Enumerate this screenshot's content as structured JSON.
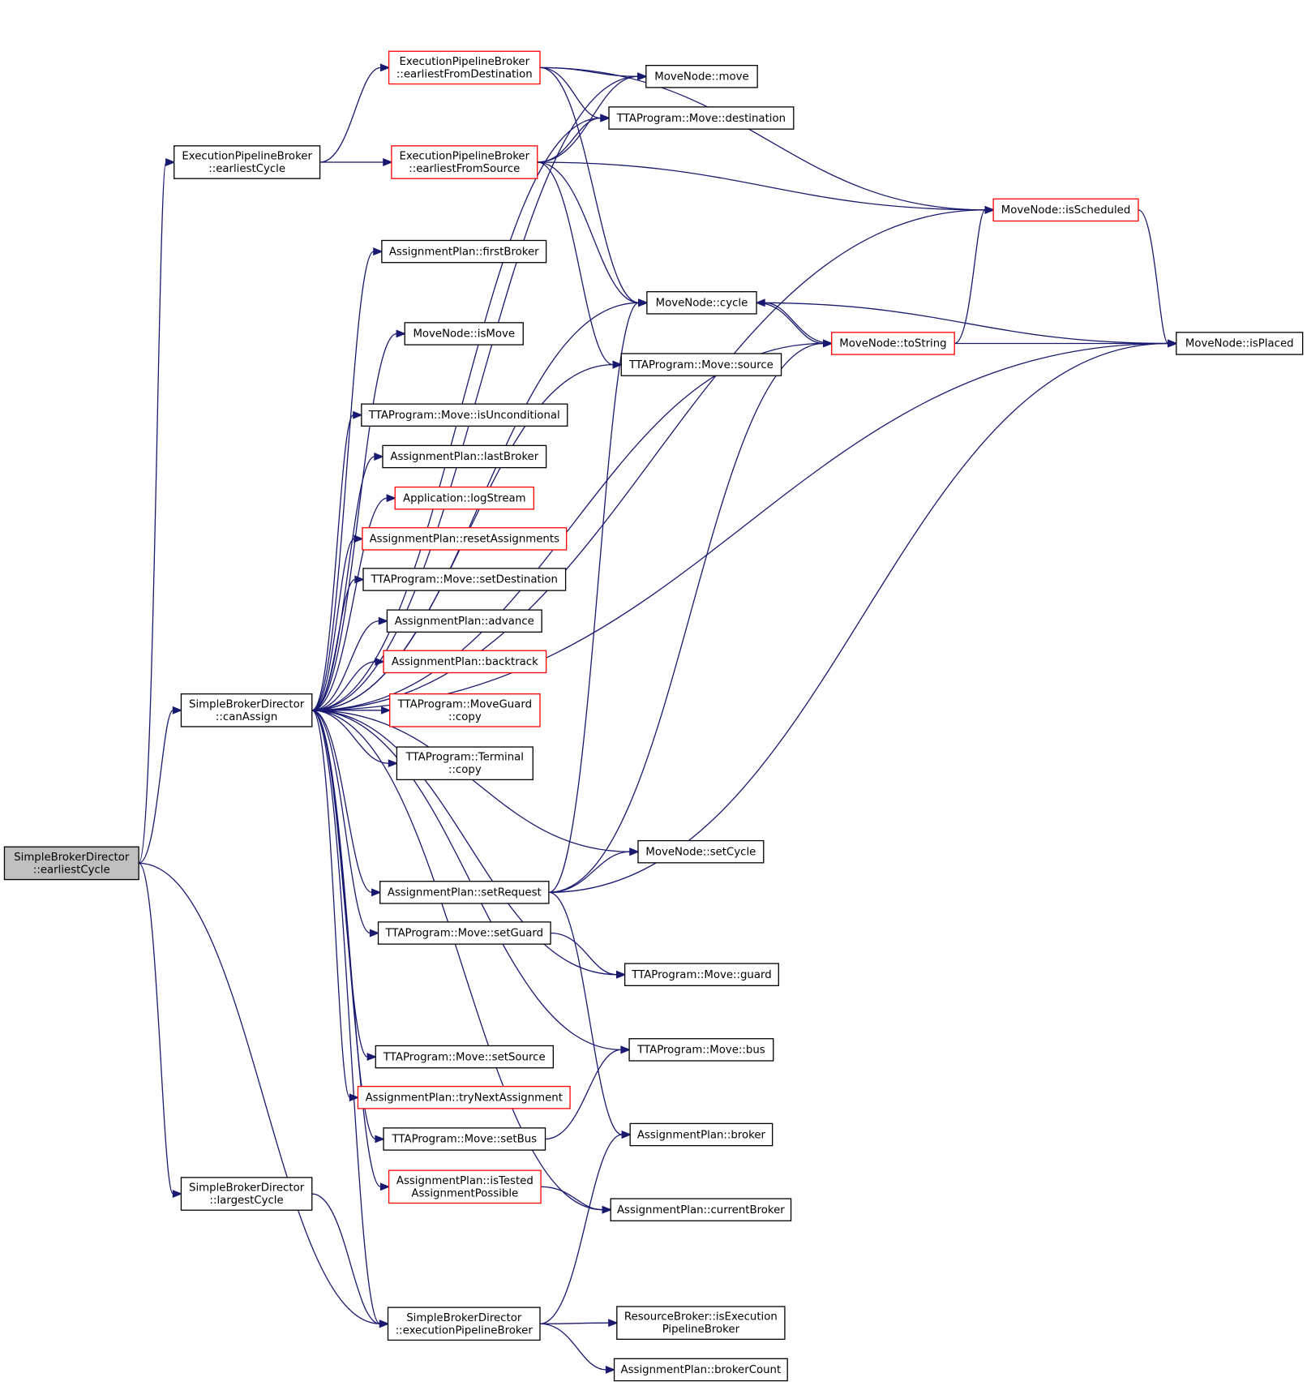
{
  "graph": {
    "nodes": [
      {
        "id": "root",
        "lines": [
          "SimpleBrokerDirector",
          "::earliestCycle"
        ],
        "border": "gray",
        "fill": "#bfbfbf"
      },
      {
        "id": "epb_ec",
        "lines": [
          "ExecutionPipelineBroker",
          "::earliestCycle"
        ],
        "border": "black"
      },
      {
        "id": "sbd_ca",
        "lines": [
          "SimpleBrokerDirector",
          "::canAssign"
        ],
        "border": "black"
      },
      {
        "id": "sbd_lc",
        "lines": [
          "SimpleBrokerDirector",
          "::largestCycle"
        ],
        "border": "black"
      },
      {
        "id": "sbd_epb",
        "lines": [
          "SimpleBrokerDirector",
          "::executionPipelineBroker"
        ],
        "border": "black"
      },
      {
        "id": "epb_efd",
        "lines": [
          "ExecutionPipelineBroker",
          "::earliestFromDestination"
        ],
        "border": "red"
      },
      {
        "id": "epb_efs",
        "lines": [
          "ExecutionPipelineBroker",
          "::earliestFromSource"
        ],
        "border": "red"
      },
      {
        "id": "ap_fb",
        "lines": [
          "AssignmentPlan::firstBroker"
        ],
        "border": "black"
      },
      {
        "id": "mn_ismove",
        "lines": [
          "MoveNode::isMove"
        ],
        "border": "black"
      },
      {
        "id": "mv_isuncond",
        "lines": [
          "TTAProgram::Move::isUnconditional"
        ],
        "border": "black"
      },
      {
        "id": "ap_lb",
        "lines": [
          "AssignmentPlan::lastBroker"
        ],
        "border": "black"
      },
      {
        "id": "app_log",
        "lines": [
          "Application::logStream"
        ],
        "border": "red"
      },
      {
        "id": "ap_reset",
        "lines": [
          "AssignmentPlan::resetAssignments"
        ],
        "border": "red"
      },
      {
        "id": "mv_setdest",
        "lines": [
          "TTAProgram::Move::setDestination"
        ],
        "border": "black"
      },
      {
        "id": "ap_adv",
        "lines": [
          "AssignmentPlan::advance"
        ],
        "border": "black"
      },
      {
        "id": "ap_back",
        "lines": [
          "AssignmentPlan::backtrack"
        ],
        "border": "red"
      },
      {
        "id": "mg_copy",
        "lines": [
          "TTAProgram::MoveGuard",
          "::copy"
        ],
        "border": "red"
      },
      {
        "id": "term_copy",
        "lines": [
          "TTAProgram::Terminal",
          "::copy"
        ],
        "border": "black"
      },
      {
        "id": "ap_setreq",
        "lines": [
          "AssignmentPlan::setRequest"
        ],
        "border": "black"
      },
      {
        "id": "mv_setguard",
        "lines": [
          "TTAProgram::Move::setGuard"
        ],
        "border": "black"
      },
      {
        "id": "mv_setsrc",
        "lines": [
          "TTAProgram::Move::setSource"
        ],
        "border": "black"
      },
      {
        "id": "ap_tna",
        "lines": [
          "AssignmentPlan::tryNextAssignment"
        ],
        "border": "red"
      },
      {
        "id": "mv_setbus",
        "lines": [
          "TTAProgram::Move::setBus"
        ],
        "border": "black"
      },
      {
        "id": "ap_itap",
        "lines": [
          "AssignmentPlan::isTested",
          "AssignmentPossible"
        ],
        "border": "red"
      },
      {
        "id": "mn_move",
        "lines": [
          "MoveNode::move"
        ],
        "border": "black"
      },
      {
        "id": "mv_dest",
        "lines": [
          "TTAProgram::Move::destination"
        ],
        "border": "black"
      },
      {
        "id": "mn_cycle",
        "lines": [
          "MoveNode::cycle"
        ],
        "border": "black"
      },
      {
        "id": "mv_src",
        "lines": [
          "TTAProgram::Move::source"
        ],
        "border": "black"
      },
      {
        "id": "mn_setcycle",
        "lines": [
          "MoveNode::setCycle"
        ],
        "border": "black"
      },
      {
        "id": "mv_guard",
        "lines": [
          "TTAProgram::Move::guard"
        ],
        "border": "black"
      },
      {
        "id": "mv_bus",
        "lines": [
          "TTAProgram::Move::bus"
        ],
        "border": "black"
      },
      {
        "id": "ap_broker",
        "lines": [
          "AssignmentPlan::broker"
        ],
        "border": "black"
      },
      {
        "id": "ap_cb",
        "lines": [
          "AssignmentPlan::currentBroker"
        ],
        "border": "black"
      },
      {
        "id": "rb_isepb",
        "lines": [
          "ResourceBroker::isExecution",
          "PipelineBroker"
        ],
        "border": "black"
      },
      {
        "id": "ap_bc",
        "lines": [
          "AssignmentPlan::brokerCount"
        ],
        "border": "black"
      },
      {
        "id": "mn_issched",
        "lines": [
          "MoveNode::isScheduled"
        ],
        "border": "red"
      },
      {
        "id": "mn_tostring",
        "lines": [
          "MoveNode::toString"
        ],
        "border": "red"
      },
      {
        "id": "mn_isplaced",
        "lines": [
          "MoveNode::isPlaced"
        ],
        "border": "black"
      }
    ],
    "edges": [
      [
        "root",
        "epb_ec"
      ],
      [
        "root",
        "sbd_ca"
      ],
      [
        "root",
        "sbd_lc"
      ],
      [
        "root",
        "sbd_epb"
      ],
      [
        "epb_ec",
        "epb_efd"
      ],
      [
        "epb_ec",
        "epb_efs"
      ],
      [
        "sbd_ca",
        "mn_move"
      ],
      [
        "sbd_ca",
        "mv_dest"
      ],
      [
        "sbd_ca",
        "mn_issched"
      ],
      [
        "sbd_ca",
        "ap_fb"
      ],
      [
        "sbd_ca",
        "mn_cycle"
      ],
      [
        "sbd_ca",
        "mn_ismove"
      ],
      [
        "sbd_ca",
        "mv_src"
      ],
      [
        "sbd_ca",
        "mv_isuncond"
      ],
      [
        "sbd_ca",
        "ap_lb"
      ],
      [
        "sbd_ca",
        "app_log"
      ],
      [
        "sbd_ca",
        "ap_reset"
      ],
      [
        "sbd_ca",
        "mv_setdest"
      ],
      [
        "sbd_ca",
        "ap_adv"
      ],
      [
        "sbd_ca",
        "ap_back"
      ],
      [
        "sbd_ca",
        "mg_copy"
      ],
      [
        "sbd_ca",
        "term_copy"
      ],
      [
        "sbd_ca",
        "mn_tostring"
      ],
      [
        "sbd_ca",
        "mn_setcycle"
      ],
      [
        "sbd_ca",
        "ap_setreq"
      ],
      [
        "sbd_ca",
        "mv_setguard"
      ],
      [
        "sbd_ca",
        "mv_guard"
      ],
      [
        "sbd_ca",
        "mv_bus"
      ],
      [
        "sbd_ca",
        "mv_setsrc"
      ],
      [
        "sbd_ca",
        "ap_tna"
      ],
      [
        "sbd_ca",
        "mv_setbus"
      ],
      [
        "sbd_ca",
        "ap_itap"
      ],
      [
        "sbd_ca",
        "ap_cb"
      ],
      [
        "sbd_ca",
        "sbd_epb"
      ],
      [
        "sbd_ca",
        "mn_isplaced"
      ],
      [
        "sbd_lc",
        "sbd_epb"
      ],
      [
        "sbd_epb",
        "rb_isepb"
      ],
      [
        "sbd_epb",
        "ap_bc"
      ],
      [
        "sbd_epb",
        "ap_broker"
      ],
      [
        "epb_efd",
        "mn_move"
      ],
      [
        "epb_efd",
        "mv_dest"
      ],
      [
        "epb_efd",
        "mn_issched"
      ],
      [
        "epb_efd",
        "mn_cycle"
      ],
      [
        "epb_efs",
        "mn_move"
      ],
      [
        "epb_efs",
        "mv_dest"
      ],
      [
        "epb_efs",
        "mn_issched"
      ],
      [
        "epb_efs",
        "mn_cycle"
      ],
      [
        "epb_efs",
        "mv_src"
      ],
      [
        "mn_cycle",
        "mn_tostring"
      ],
      [
        "mn_cycle",
        "mn_isplaced"
      ],
      [
        "mn_tostring",
        "mn_cycle"
      ],
      [
        "mn_tostring",
        "mn_issched"
      ],
      [
        "mn_tostring",
        "mn_isplaced"
      ],
      [
        "mn_issched",
        "mn_isplaced"
      ],
      [
        "ap_setreq",
        "mn_cycle"
      ],
      [
        "ap_setreq",
        "mn_setcycle"
      ],
      [
        "ap_setreq",
        "mn_tostring"
      ],
      [
        "ap_setreq",
        "mn_isplaced"
      ],
      [
        "ap_setreq",
        "ap_broker"
      ],
      [
        "mv_setguard",
        "mv_guard"
      ],
      [
        "mv_setbus",
        "mv_bus"
      ],
      [
        "ap_itap",
        "ap_cb"
      ]
    ]
  }
}
